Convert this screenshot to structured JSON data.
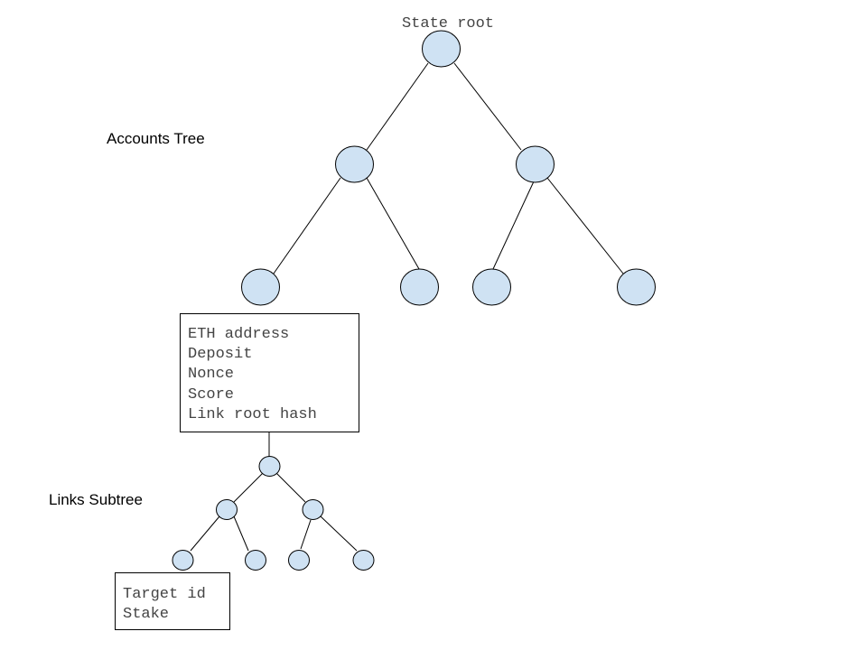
{
  "labels": {
    "state_root": "State root",
    "accounts_tree": "Accounts Tree",
    "links_subtree": "Links Subtree"
  },
  "account_fields": [
    "ETH address",
    "Deposit",
    "Nonce",
    "Score",
    "Link root hash"
  ],
  "link_fields": [
    "Target id",
    "Stake"
  ],
  "colors": {
    "node_fill": "#cfe2f3",
    "stroke": "#000000",
    "text": "#444444"
  }
}
